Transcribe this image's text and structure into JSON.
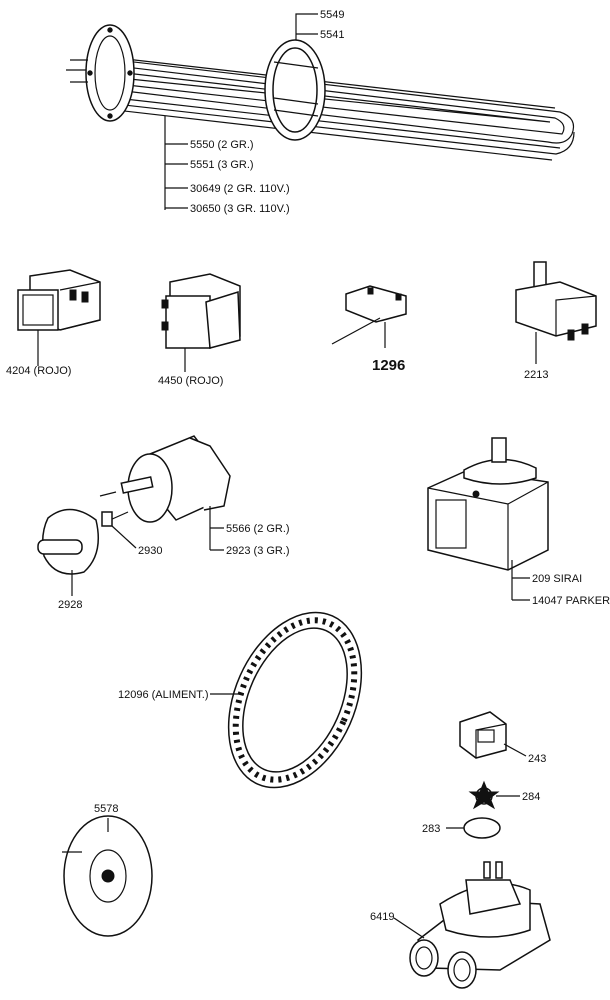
{
  "parts": {
    "heating_element": {
      "flange_ref_1": "5549",
      "flange_ref_2": "5541",
      "variants": [
        "5550 (2 GR.)",
        "5551 (3 GR.)",
        "30649 (2 GR. 110V.)",
        "30650 (3 GR. 110V.)"
      ]
    },
    "switch_red_square": "4204 (ROJO)",
    "switch_red_rocker": "4450 (ROJO)",
    "microswitch_lever": "1296",
    "microswitch_plunger": "2213",
    "rotary_switch": {
      "knob": "2928",
      "adapter": "2930",
      "variants": [
        "5566 (2 GR.)",
        "2923 (3 GR.)"
      ]
    },
    "solenoid_valve": [
      "209 SIRAI",
      "14047 PARKER"
    ],
    "gasket": "12096 (ALIMENT.)",
    "connector": "243",
    "flow_meter": {
      "star": "284",
      "oring": "283",
      "body": "6419"
    },
    "thermostat": "5578"
  }
}
